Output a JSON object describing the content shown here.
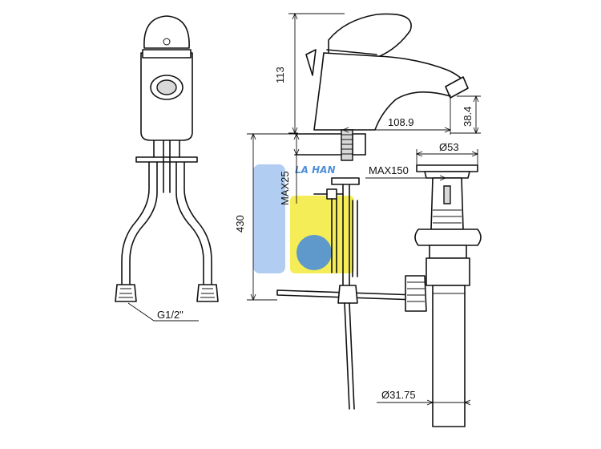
{
  "dimensions": {
    "height_113": "113",
    "reach_108_9": "108.9",
    "spout_38_4": "38.4",
    "deck_max_25": "MAX25",
    "height_430": "430",
    "drain_diameter_53": "Ø53",
    "drain_max_150": "MAX150",
    "pipe_diameter_31_75": "Ø31.75",
    "hose_thread": "G1/2\""
  },
  "watermark": {
    "text": "LA HAN",
    "colors": {
      "blue": "#4f8fd8",
      "light_blue": "#a9c8f0",
      "yellow": "#f2ea3a"
    }
  },
  "colors": {
    "line": "#111111",
    "fill": "#ffffff",
    "shade": "#d8d8d8"
  }
}
